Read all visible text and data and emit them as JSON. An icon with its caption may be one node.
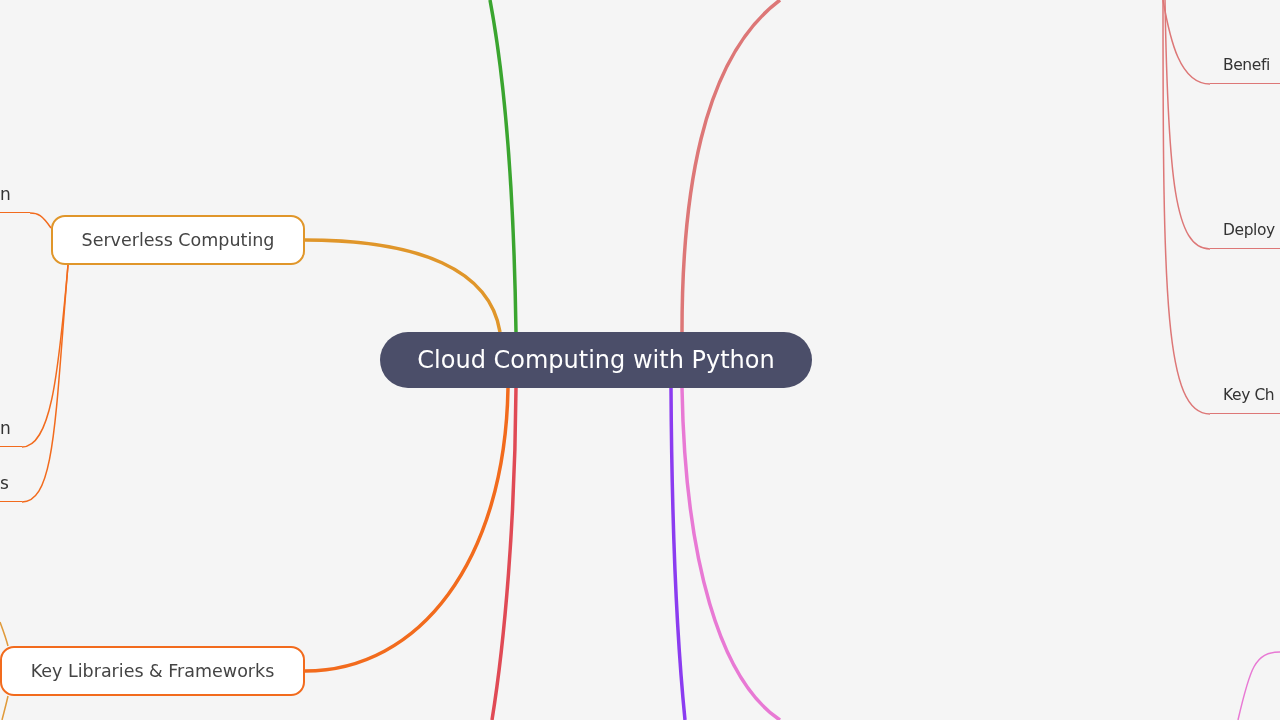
{
  "diagram": {
    "nodes": [
      {
        "text": [
          "Cloud Computing with Python"
        ]
      },
      {
        "text": [
          "Serverless Computing"
        ]
      },
      {
        "text": [
          "Key Libraries & Frameworks"
        ]
      },
      {
        "text": [
          "n"
        ]
      },
      {
        "text": [
          "n"
        ]
      },
      {
        "text": [
          "s"
        ]
      },
      {
        "text": [
          "Benefi"
        ]
      },
      {
        "text": [
          "Deploy"
        ]
      },
      {
        "text": [
          "Key Ch"
        ]
      }
    ],
    "edges": [
      {
        "from": 0,
        "to": 1,
        "arrow": "none",
        "style": "thick",
        "color": "#e0962a"
      },
      {
        "from": 0,
        "to": 2,
        "arrow": "none",
        "style": "thick",
        "color": "#f26b1d"
      },
      {
        "from": 0,
        "to": null,
        "arrow": "none",
        "style": "thick",
        "color": "#3aa52f"
      },
      {
        "from": 0,
        "to": null,
        "arrow": "none",
        "style": "thick",
        "color": "#e04a55"
      },
      {
        "from": 0,
        "to": null,
        "arrow": "none",
        "style": "thick",
        "color": "#8b3cf0"
      },
      {
        "from": 0,
        "to": null,
        "arrow": "none",
        "style": "thick",
        "color": "#dd7777"
      },
      {
        "from": 0,
        "to": null,
        "arrow": "none",
        "style": "thick",
        "color": "#e879d4"
      },
      {
        "from": 1,
        "to": 3,
        "arrow": "none",
        "color": "#f26b1d"
      },
      {
        "from": 1,
        "to": 4,
        "arrow": "none",
        "color": "#f26b1d"
      },
      {
        "from": 1,
        "to": 5,
        "arrow": "none",
        "color": "#f26b1d"
      },
      {
        "from": null,
        "to": 6,
        "arrow": "none",
        "color": "#dd7777"
      },
      {
        "from": null,
        "to": 7,
        "arrow": "none",
        "color": "#dd7777"
      },
      {
        "from": null,
        "to": 8,
        "arrow": "none",
        "color": "#dd7777"
      },
      {
        "from": 2,
        "to": null,
        "arrow": "none",
        "color": "#e09a3a"
      },
      {
        "from": 2,
        "to": null,
        "arrow": "none",
        "color": "#e09a3a"
      }
    ]
  }
}
